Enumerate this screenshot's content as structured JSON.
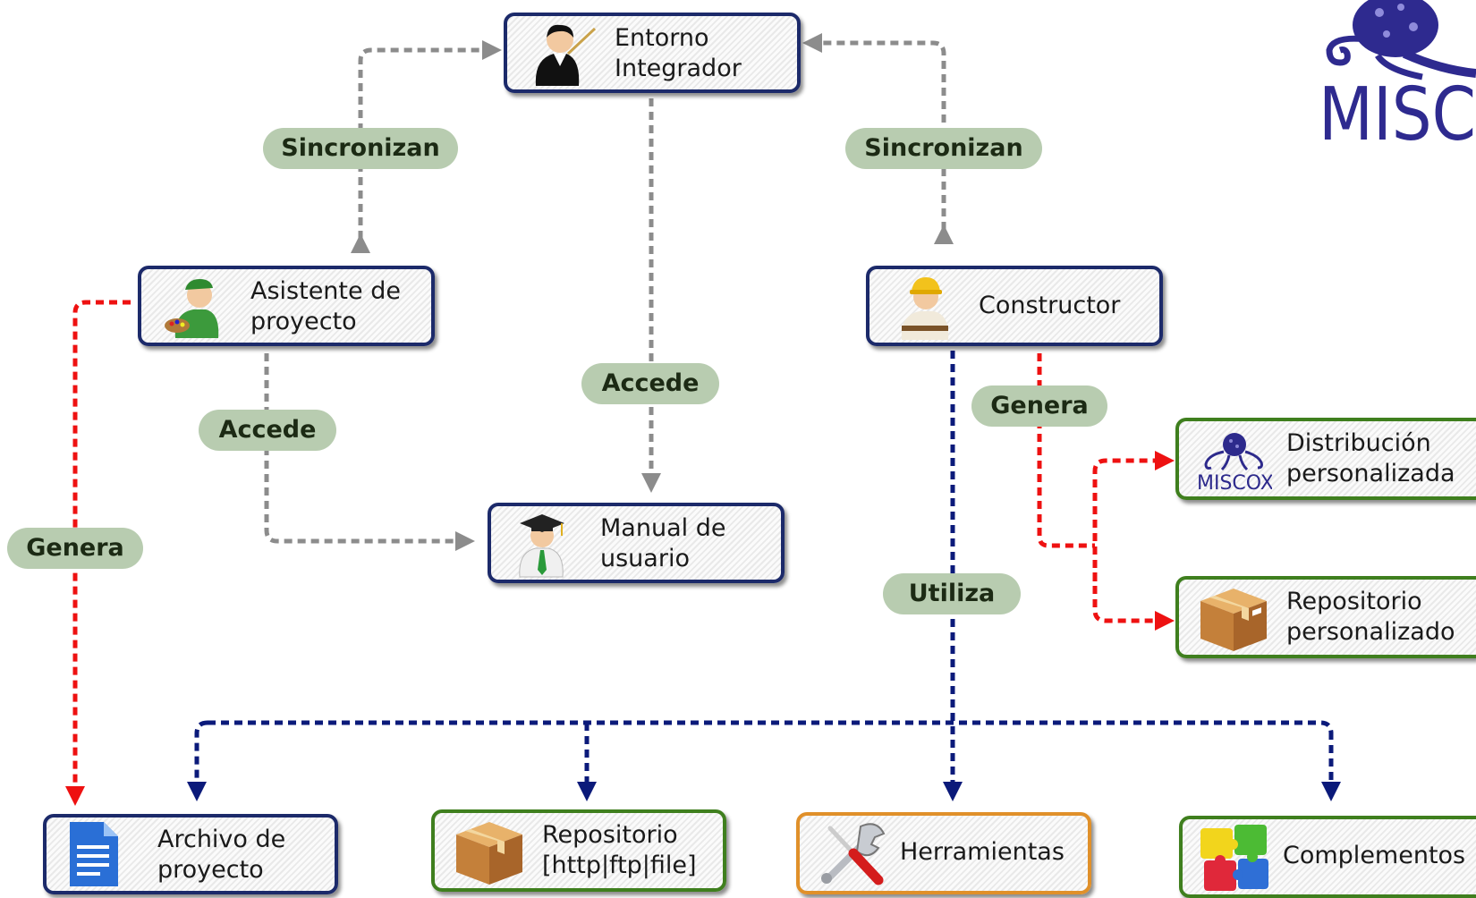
{
  "colors": {
    "gray_arrow": "#8c8c8c",
    "red_arrow": "#ee1111",
    "blue_arrow": "#0b1a7a",
    "pill_bg": "#b8ccb0"
  },
  "nodes": {
    "entorno": {
      "label": "Entorno\nIntegrador",
      "icon": "teacher-icon"
    },
    "asistente": {
      "label": "Asistente de\nproyecto",
      "icon": "painter-icon"
    },
    "constructor": {
      "label": "Constructor",
      "icon": "builder-icon"
    },
    "manual": {
      "label": "Manual de\nusuario",
      "icon": "graduate-icon"
    },
    "distribucion": {
      "label": "Distribución\npersonalizada",
      "icon": "miscox-logo-icon"
    },
    "repo_personalizado": {
      "label": "Repositorio\npersonalizado",
      "icon": "box-icon"
    },
    "archivo": {
      "label": "Archivo de\nproyecto",
      "icon": "document-icon"
    },
    "repo_http": {
      "label": "Repositorio\n[http|ftp|file]",
      "icon": "box-icon"
    },
    "herramientas": {
      "label": "Herramientas",
      "icon": "tools-icon"
    },
    "complementos": {
      "label": "Complementos",
      "icon": "puzzle-icon"
    }
  },
  "edge_labels": {
    "sincronizan_left": "Sincronizan",
    "sincronizan_right": "Sincronizan",
    "accede_center": "Accede",
    "accede_left": "Accede",
    "genera_left": "Genera",
    "genera_right": "Genera",
    "utiliza": "Utiliza"
  },
  "logo": {
    "text": "MISC",
    "icon": "octopus-logo-icon"
  }
}
